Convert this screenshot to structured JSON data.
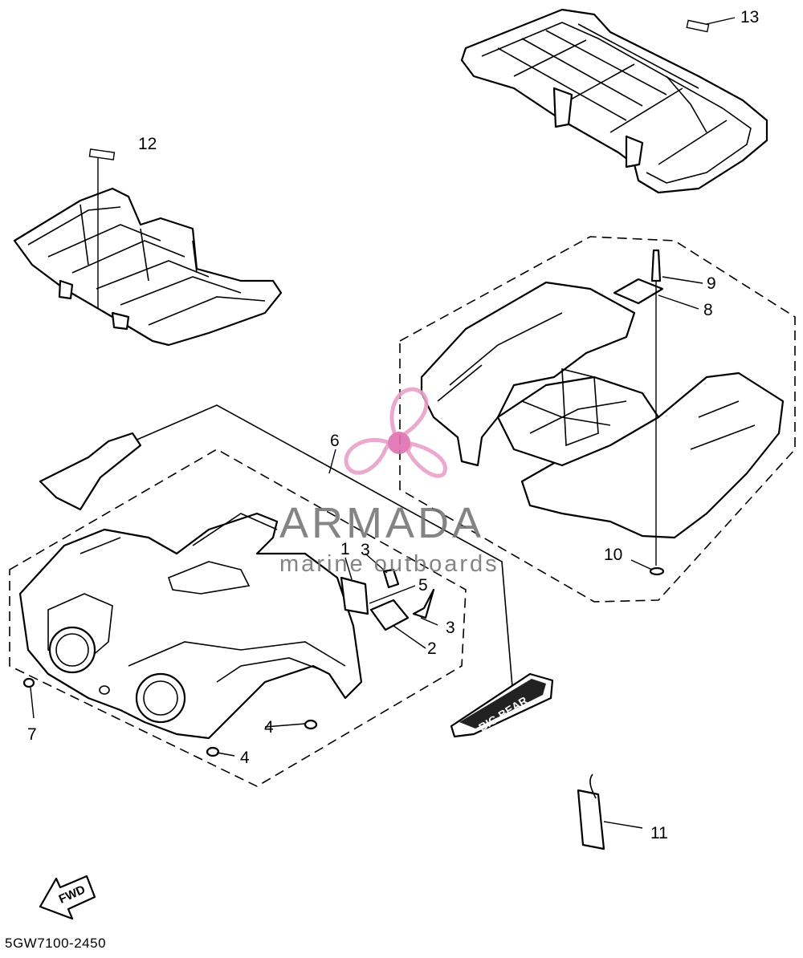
{
  "diagram": {
    "document_code": "5GW7100-2450",
    "fwd_label": "FWD",
    "callouts": {
      "c1": "1",
      "c2": "2",
      "c3a": "3",
      "c3b": "3",
      "c4a": "4",
      "c4b": "4",
      "c5": "5",
      "c6": "6",
      "c7": "7",
      "c8": "8",
      "c9": "9",
      "c10": "10",
      "c11": "11",
      "c12": "12",
      "c13": "13"
    },
    "decal_text": "BIG BEAR"
  },
  "watermark": {
    "brand": "ARMADA",
    "tagline": "marine outboards",
    "logo_color": "#e8a0c8",
    "logo_center_color": "#e070b0"
  }
}
